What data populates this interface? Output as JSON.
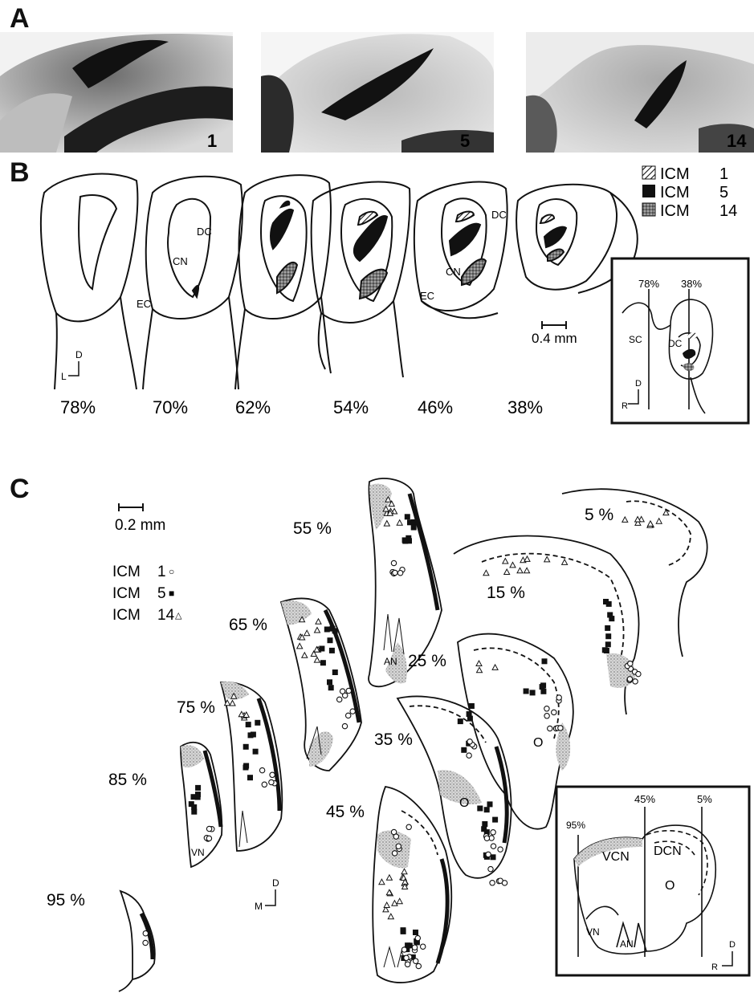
{
  "panels": {
    "A": "A",
    "B": "B",
    "C": "C"
  },
  "panel_a": {
    "photos": [
      {
        "number": "1"
      },
      {
        "number": "5"
      },
      {
        "number": "14"
      }
    ]
  },
  "panel_b": {
    "legend": [
      {
        "label": "ICM",
        "value": "1",
        "pattern": "hatched"
      },
      {
        "label": "ICM",
        "value": "5",
        "pattern": "solid"
      },
      {
        "label": "ICM",
        "value": "14",
        "pattern": "stippled"
      }
    ],
    "section_labels": [
      "78%",
      "70%",
      "62%",
      "54%",
      "46%",
      "38%"
    ],
    "region_labels": {
      "dc": "DC",
      "cn": "CN",
      "ec": "EC"
    },
    "scale_bar": "0.4 mm",
    "orientation": {
      "up": "D",
      "side": "L"
    },
    "inset": {
      "lines": [
        "78%",
        "38%"
      ],
      "labels": {
        "sc": "SC",
        "dc": "DC"
      },
      "orientation": {
        "up": "D",
        "side": "R"
      }
    }
  },
  "panel_c": {
    "scale_bar": "0.2 mm",
    "legend": [
      {
        "label": "ICM",
        "value": "1",
        "symbol": "○"
      },
      {
        "label": "ICM",
        "value": "5",
        "symbol": "■"
      },
      {
        "label": "ICM",
        "value": "14",
        "symbol": "△"
      }
    ],
    "section_labels": [
      "5 %",
      "15 %",
      "25 %",
      "35 %",
      "45 %",
      "55 %",
      "65 %",
      "75 %",
      "85 %",
      "95 %"
    ],
    "region_labels": {
      "an": "AN",
      "vn": "VN",
      "o": "O"
    },
    "orientation": {
      "up": "D",
      "side": "M"
    },
    "inset": {
      "lines": [
        "95%",
        "45%",
        "5%"
      ],
      "labels": {
        "vcn": "VCN",
        "dcn": "DCN",
        "vn": "VN",
        "an": "AN",
        "o": "O"
      },
      "orientation": {
        "up": "D",
        "side": "R"
      }
    }
  }
}
